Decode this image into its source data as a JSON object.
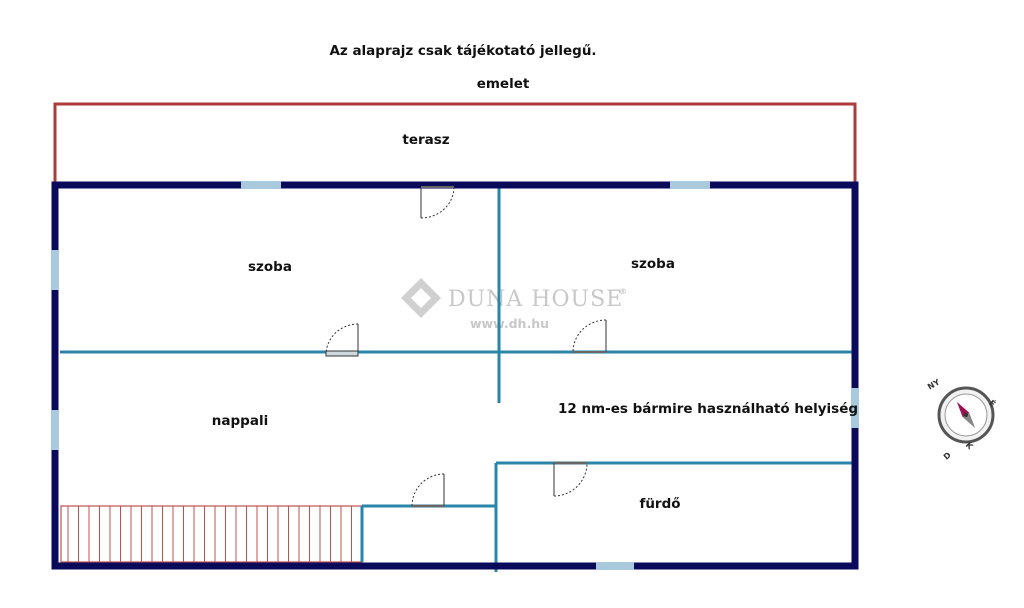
{
  "title": "Az alaprajz csak tájékotató jellegű.",
  "floor": "emelet",
  "rooms": {
    "terrace": "terasz",
    "room_left": "szoba",
    "room_right": "szoba",
    "living": "nappali",
    "multi": "12 nm-es bármire használható helyiség",
    "bath": "fürdő"
  },
  "watermark": {
    "brand": "DUNA HOUSE",
    "registered": "®",
    "url": "www.dh.hu"
  },
  "compass": {
    "n": "É",
    "e": "K",
    "s": "D",
    "w": "NY"
  },
  "colors": {
    "outer_wall": "#0a0a5a",
    "inner_wall": "#2a86a8",
    "terrace_outline": "#b03a3a",
    "window": "#a9c9dc",
    "stairs": "#c05050",
    "door": "#333333"
  }
}
